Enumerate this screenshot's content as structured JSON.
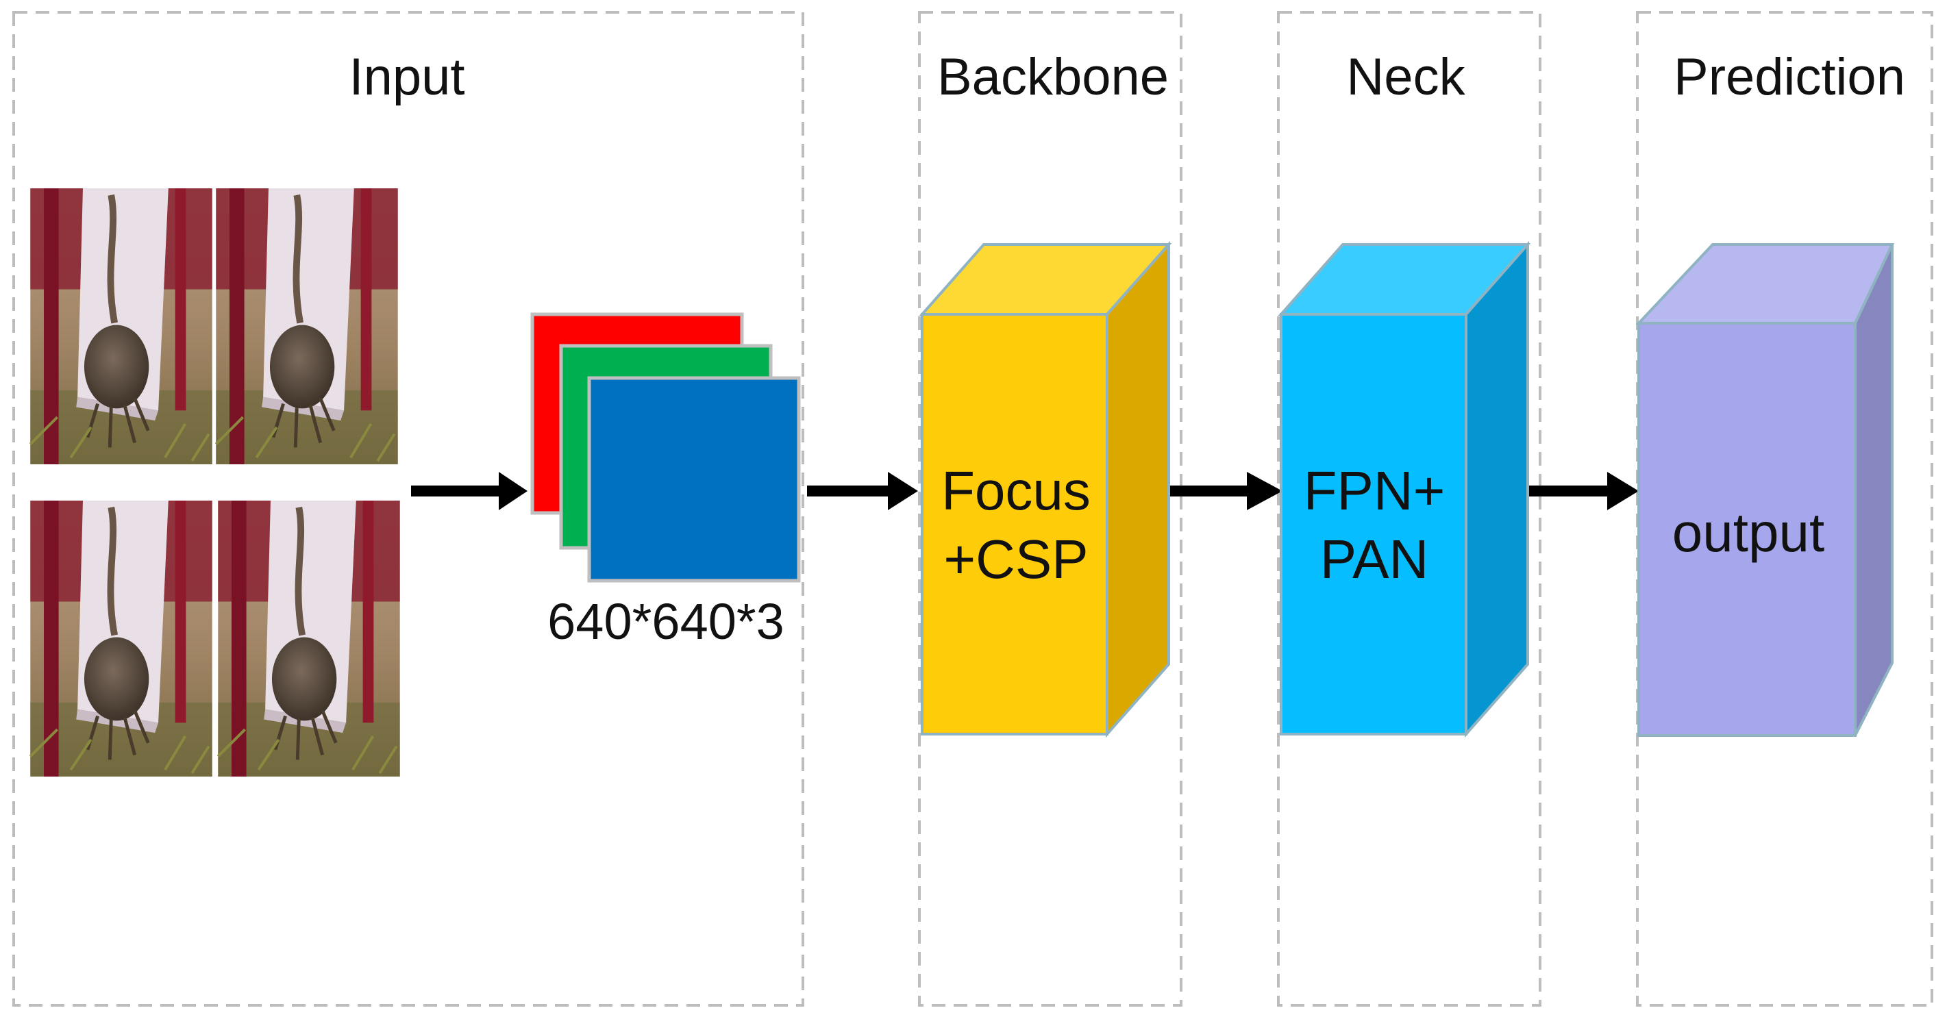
{
  "sections": {
    "input": {
      "title": "Input"
    },
    "backbone": {
      "title": "Backbone"
    },
    "neck": {
      "title": "Neck"
    },
    "prediction": {
      "title": "Prediction"
    }
  },
  "tensor": {
    "size_label": "640*640*3",
    "channel_colors": [
      "#FF0000",
      "#00B050",
      "#0070C0"
    ]
  },
  "blocks": {
    "backbone": {
      "line1": "Focus",
      "line2": "+CSP",
      "front": "#FFCC0A",
      "top": "#FFD933",
      "side": "#DBA800"
    },
    "neck": {
      "line1": "FPN+",
      "line2": "PAN",
      "front": "#05BDFF",
      "top": "#38CCFF",
      "side": "#0596D1"
    },
    "prediction": {
      "line1": "output",
      "front": "#A6A6EC",
      "top": "#B8B8F0",
      "side": "#8787BF"
    }
  },
  "colors": {
    "frame": "#BDBDBD",
    "arrow": "#000000",
    "block_edge": "#8FB3C2"
  },
  "mosaic": {
    "tile_count": 4
  }
}
